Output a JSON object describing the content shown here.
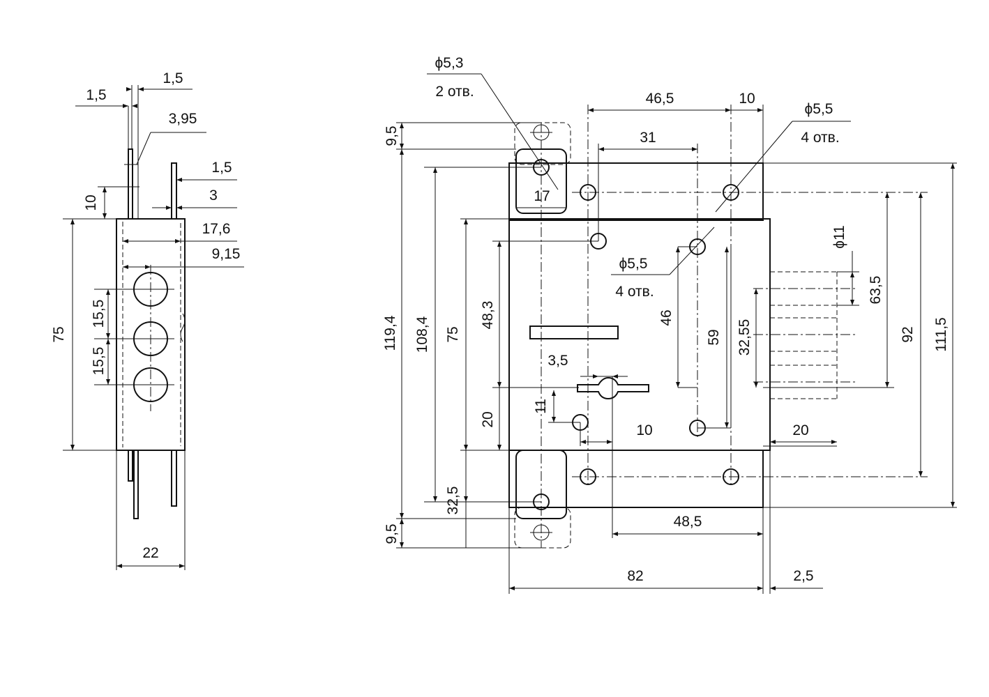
{
  "side_view": {
    "dims": {
      "d_1_5_top": "1,5",
      "d_1_5_left": "1,5",
      "d_3_95": "3,95",
      "d_1_5_right": "1,5",
      "d_3": "3",
      "d_10": "10",
      "d_17_6": "17,6",
      "d_9_15": "9,15",
      "d_75": "75",
      "d_15_5_a": "15,5",
      "d_15_5_b": "15,5",
      "d_22": "22"
    }
  },
  "front_view": {
    "notes": {
      "hole_5_3_dia": "ϕ5,3",
      "hole_5_3_count": "2 отв.",
      "hole_5_5_dia_top": "ϕ5,5",
      "hole_5_5_count_top": "4 отв.",
      "hole_5_5_dia_mid": "ϕ5,5",
      "hole_5_5_count_mid": "4 отв.",
      "bolt_dia": "ϕ11"
    },
    "dims": {
      "d_46_5": "46,5",
      "d_10_top": "10",
      "d_31": "31",
      "d_9_5_top": "9,5",
      "d_17": "17",
      "d_119_4": "119,4",
      "d_108_4": "108,4",
      "d_75": "75",
      "d_48_3": "48,3",
      "d_46": "46",
      "d_59": "59",
      "d_32_55": "32,55",
      "d_63_5": "63,5",
      "d_92": "92",
      "d_111_5": "111,5",
      "d_3_5": "3,5",
      "d_11": "11",
      "d_20_left": "20",
      "d_10_bottom": "10",
      "d_20_right": "20",
      "d_32_5": "32,5",
      "d_9_5_bottom": "9,5",
      "d_48_5": "48,5",
      "d_82": "82",
      "d_2_5": "2,5"
    }
  }
}
